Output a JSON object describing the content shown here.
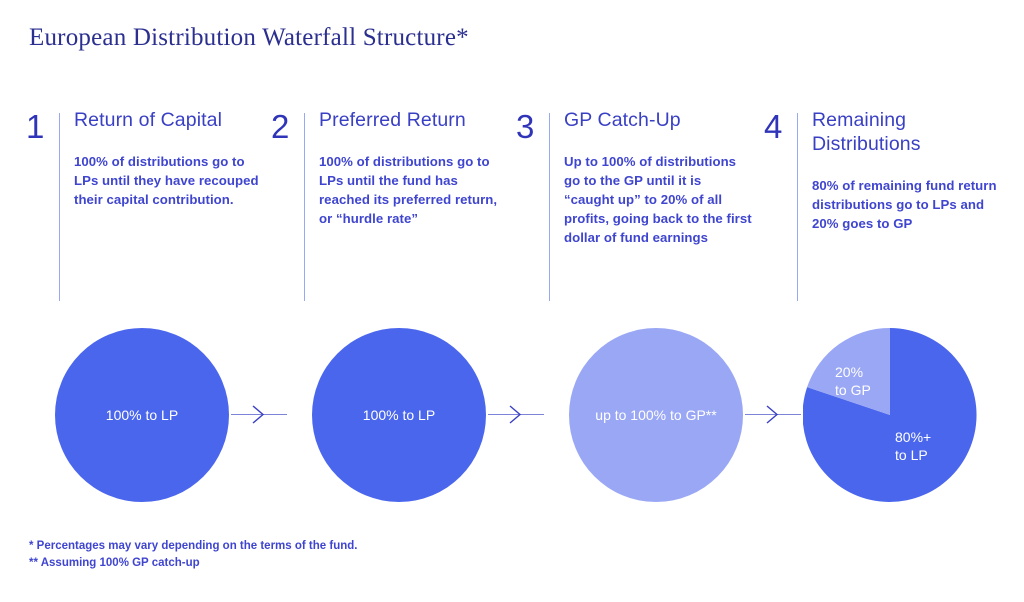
{
  "title": "European Distribution Waterfall Structure*",
  "colors": {
    "title": "#2b2f8f",
    "heading": "#3a40c4",
    "body_text": "#3f45cf",
    "number": "#2f34b8",
    "rule": "#9aa7f5",
    "node_dark": "#4a66ed",
    "node_light": "#9aa7f5",
    "arrow": "#7d83d8",
    "node_text": "#ffffff",
    "background": "#ffffff"
  },
  "steps": [
    {
      "number": "1",
      "heading": "Return of Capital",
      "text": "100% of distributions go to LPs until they have recouped their capital contribution."
    },
    {
      "number": "2",
      "heading": "Preferred Return",
      "text": "100% of distributions go to LPs until the fund has reached its preferred return, or “hurdle rate”"
    },
    {
      "number": "3",
      "heading": "GP Catch-Up",
      "text": "Up to 100% of distributions go to the GP until it is “caught up” to 20% of all profits, going back to the first dollar of fund earnings"
    },
    {
      "number": "4",
      "heading": "Remaining Distributions",
      "text": "80% of remaining fund return distributions go to LPs and 20% goes to GP"
    }
  ],
  "flow": {
    "nodes": [
      {
        "id": "node-1",
        "label": "100% to LP",
        "shape": "circle",
        "fill": "#4a66ed"
      },
      {
        "id": "node-2",
        "label": "100% to LP",
        "shape": "circle",
        "fill": "#4a66ed"
      },
      {
        "id": "node-3",
        "label": "up to 100%\nto GP**",
        "shape": "circle",
        "fill": "#9aa7f5"
      },
      {
        "id": "node-4",
        "shape": "pie",
        "label": ""
      }
    ],
    "arrows": [
      "chevron-right-arrow",
      "chevron-right-arrow",
      "chevron-right-arrow"
    ]
  },
  "chart_data": {
    "type": "pie",
    "title": "Remaining Distributions split",
    "categories": [
      "80%+ to LP",
      "20% to GP"
    ],
    "values": [
      80,
      20
    ],
    "labels": [
      "80%+\nto LP",
      "20%\nto GP"
    ],
    "colors": [
      "#4a66ed",
      "#9aa7f5"
    ],
    "start_angle_deg": 270,
    "direction": "counterclockwise",
    "legend": "none",
    "grid": false
  },
  "footnotes": [
    "* Percentages may vary depending on the terms of the fund.",
    "** Assuming 100% GP catch-up"
  ]
}
